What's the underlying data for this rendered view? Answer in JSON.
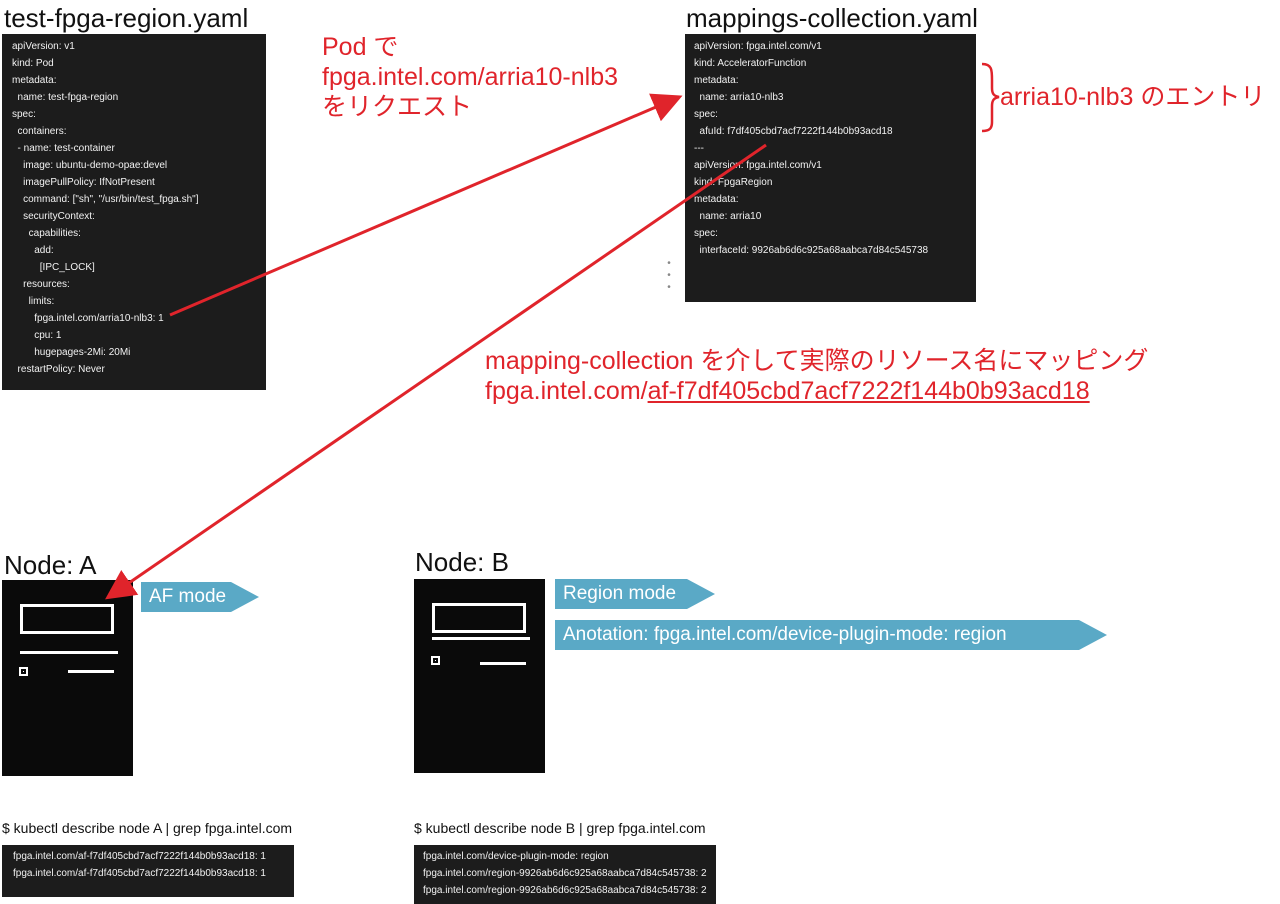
{
  "left_yaml": {
    "title": "test-fpga-region.yaml",
    "lines": [
      "apiVersion: v1",
      "kind: Pod",
      "metadata:",
      "  name: test-fpga-region",
      "spec:",
      "  containers:",
      "  - name: test-container",
      "    image: ubuntu-demo-opae:devel",
      "    imagePullPolicy: IfNotPresent",
      "    command: [\"sh\", \"/usr/bin/test_fpga.sh\"]",
      "    securityContext:",
      "      capabilities:",
      "        add:",
      "          [IPC_LOCK]",
      "    resources:",
      "      limits:",
      "        fpga.intel.com/arria10-nlb3: 1",
      "        cpu: 1",
      "        hugepages-2Mi: 20Mi",
      "  restartPolicy: Never"
    ]
  },
  "right_yaml": {
    "title": "mappings-collection.yaml",
    "lines": [
      "apiVersion: fpga.intel.com/v1",
      "kind: AcceleratorFunction",
      "metadata:",
      "  name: arria10-nlb3",
      "spec:",
      "  afuId: f7df405cbd7acf7222f144b0b93acd18",
      "---",
      "apiVersion: fpga.intel.com/v1",
      "kind: FpgaRegion",
      "metadata:",
      "  name: arria10",
      "spec:",
      "  interfaceId: 9926ab6d6c925a68aabca7d84c545738"
    ]
  },
  "annotations": {
    "pod_request": [
      "Pod で",
      "fpga.intel.com/arria10-nlb3",
      "をリクエスト"
    ],
    "entry_label": "arria10-nlb3 のエントリ",
    "mapping_line1": "mapping-collection を介して実際のリソース名にマッピング",
    "mapping_line2_prefix": "fpga.intel.com/",
    "mapping_line2_underlined": "af-f7df405cbd7acf7222f144b0b93acd18"
  },
  "node_a": {
    "label": "Node: A",
    "tags": [
      "AF mode"
    ],
    "command": "$ kubectl describe node A | grep fpga.intel.com",
    "output": [
      "fpga.intel.com/af-f7df405cbd7acf7222f144b0b93acd18: 1",
      "fpga.intel.com/af-f7df405cbd7acf7222f144b0b93acd18: 1"
    ]
  },
  "node_b": {
    "label": "Node: B",
    "tags": [
      "Region mode",
      "Anotation: fpga.intel.com/device-plugin-mode: region"
    ],
    "command": "$ kubectl describe node B | grep fpga.intel.com",
    "output": [
      "fpga.intel.com/device-plugin-mode: region",
      "fpga.intel.com/region-9926ab6d6c925a68aabca7d84c545738: 2",
      "fpga.intel.com/region-9926ab6d6c925a68aabca7d84c545738: 2"
    ]
  },
  "colors": {
    "arrow": "#e0242b",
    "tag_fill": "#5aa9c6",
    "code_bg": "#1c1c1c"
  }
}
